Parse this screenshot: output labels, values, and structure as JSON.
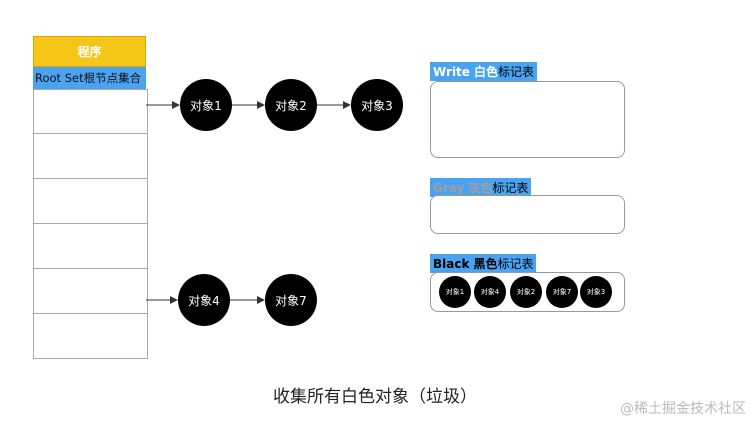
{
  "program": {
    "header": "程序",
    "root_set": "Root Set根节点集合"
  },
  "objects": {
    "o1": "对象1",
    "o2": "对象2",
    "o3": "对象3",
    "o4": "对象4",
    "o7": "对象7"
  },
  "tables": {
    "white": {
      "en": "Write",
      "color": "白色",
      "suffix": "标记表",
      "bg": "#4aa3f0",
      "en_color": "#ffffff",
      "color_color": "#ffffff"
    },
    "gray": {
      "en": "Gray",
      "color": "灰色",
      "suffix": "标记表",
      "bg": "#4aa3f0",
      "en_color": "#a0a0a0",
      "color_color": "#a0a0a0"
    },
    "black": {
      "en": "Black",
      "color": "黑色",
      "suffix": "标记表",
      "bg": "#4aa3f0",
      "en_color": "#000000",
      "color_color": "#000000",
      "items": [
        "对象1",
        "对象4",
        "对象2",
        "对象7",
        "对象3"
      ]
    }
  },
  "caption": "收集所有白色对象（垃圾）",
  "watermark": "@稀土掘金技术社区"
}
